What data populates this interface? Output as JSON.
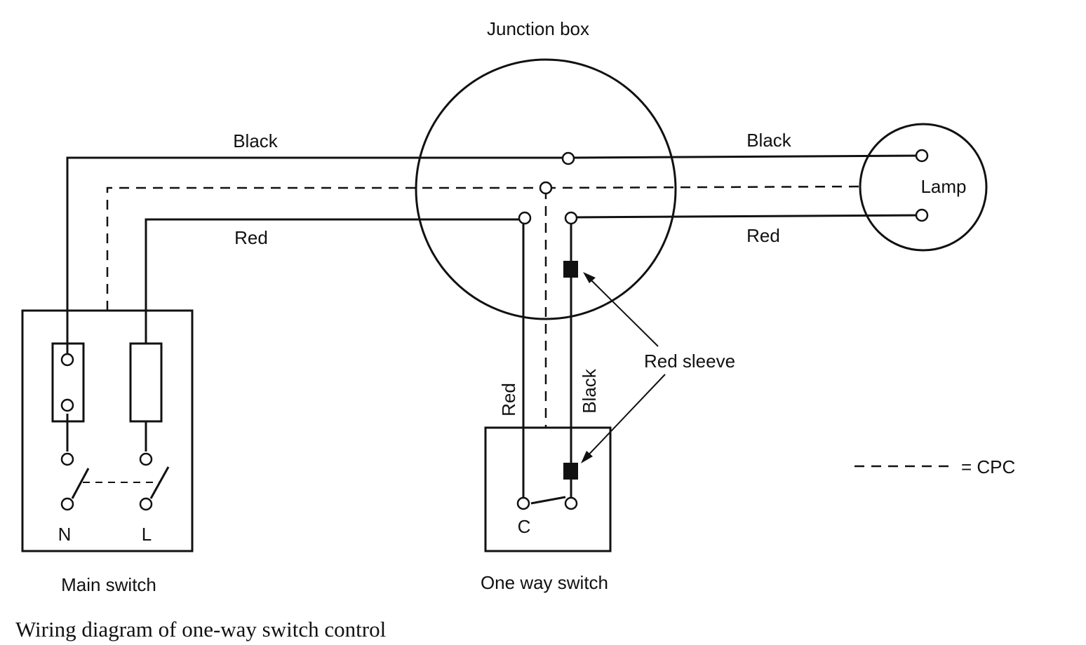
{
  "labels": {
    "junction_box": "Junction box",
    "black_left": "Black",
    "red_left": "Red",
    "black_right": "Black",
    "red_right": "Red",
    "lamp": "Lamp",
    "red_vertical": "Red",
    "black_vertical": "Black",
    "red_sleeve": "Red sleeve",
    "neutral": "N",
    "live": "L",
    "common": "C",
    "main_switch": "Main switch",
    "one_way_switch": "One way switch",
    "legend": "= CPC"
  },
  "caption": "Wiring diagram of one-way switch control"
}
